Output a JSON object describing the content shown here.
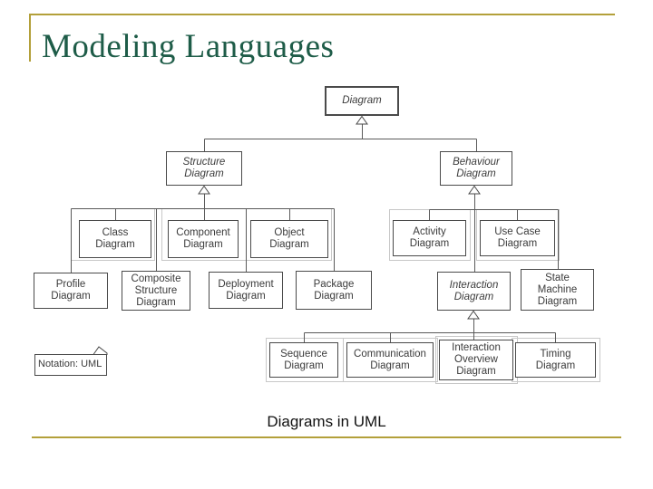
{
  "slide": {
    "title": "Modeling Languages",
    "caption": "Diagrams in UML",
    "note_label": "Notation: UML"
  },
  "colors": {
    "title": "#1e5c48",
    "gold": "#b3a03a",
    "box_border": "#4a4a4a",
    "connector": "#5a5a5a",
    "faint_box": "#c8c8c8",
    "node_text": "#3b3b3b",
    "caption_text": "#111111"
  },
  "diagram": {
    "type": "tree",
    "notation": "UML",
    "nodes": [
      {
        "id": "diagram",
        "label": "Diagram",
        "parent": null,
        "abstract": true
      },
      {
        "id": "structure",
        "label": "Structure Diagram",
        "parent": "diagram",
        "abstract": true
      },
      {
        "id": "behaviour",
        "label": "Behaviour Diagram",
        "parent": "diagram",
        "abstract": true
      },
      {
        "id": "class",
        "label": "Class Diagram",
        "parent": "structure",
        "abstract": false
      },
      {
        "id": "component",
        "label": "Component Diagram",
        "parent": "structure",
        "abstract": false
      },
      {
        "id": "object",
        "label": "Object Diagram",
        "parent": "structure",
        "abstract": false
      },
      {
        "id": "profile",
        "label": "Profile Diagram",
        "parent": "structure",
        "abstract": false
      },
      {
        "id": "composite",
        "label": "Composite Structure Diagram",
        "parent": "structure",
        "abstract": false
      },
      {
        "id": "deployment",
        "label": "Deployment Diagram",
        "parent": "structure",
        "abstract": false
      },
      {
        "id": "package",
        "label": "Package Diagram",
        "parent": "structure",
        "abstract": false
      },
      {
        "id": "activity",
        "label": "Activity Diagram",
        "parent": "behaviour",
        "abstract": false
      },
      {
        "id": "usecase",
        "label": "Use Case Diagram",
        "parent": "behaviour",
        "abstract": false
      },
      {
        "id": "interaction",
        "label": "Interaction Diagram",
        "parent": "behaviour",
        "abstract": true
      },
      {
        "id": "statemachine",
        "label": "State Machine Diagram",
        "parent": "behaviour",
        "abstract": false
      },
      {
        "id": "sequence",
        "label": "Sequence Diagram",
        "parent": "interaction",
        "abstract": false
      },
      {
        "id": "communication",
        "label": "Communication Diagram",
        "parent": "interaction",
        "abstract": false
      },
      {
        "id": "interactionoverview",
        "label": "Interaction Overview Diagram",
        "parent": "interaction",
        "abstract": false
      },
      {
        "id": "timing",
        "label": "Timing Diagram",
        "parent": "interaction",
        "abstract": false
      }
    ]
  }
}
